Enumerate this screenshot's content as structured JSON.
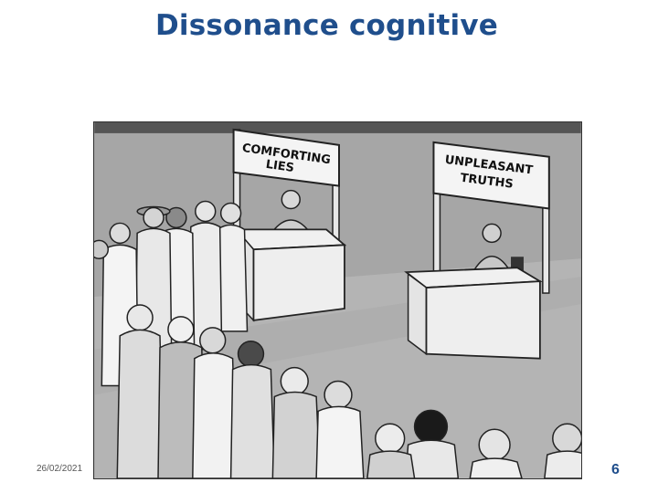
{
  "slide": {
    "title": "Dissonance cognitive",
    "date": "26/02/2021",
    "page_number": "6"
  },
  "cartoon": {
    "left_sign_line1": "COMFORTING",
    "left_sign_line2": "LIES",
    "right_sign_line1": "UNPLEASANT",
    "right_sign_line2": "TRUTHS"
  },
  "colors": {
    "title": "#1f4e8c",
    "page_number": "#1f4e8c",
    "date": "#555555"
  }
}
